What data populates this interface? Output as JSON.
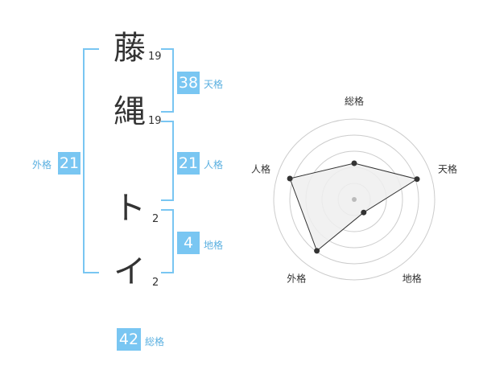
{
  "name_chars": [
    {
      "char": "藤",
      "strokes": "19"
    },
    {
      "char": "縄",
      "strokes": "19"
    },
    {
      "char": "ト",
      "strokes": "2"
    },
    {
      "char": "イ",
      "strokes": "2"
    }
  ],
  "kakusu": {
    "tenkaku": {
      "label": "天格",
      "value": "38"
    },
    "jinkaku": {
      "label": "人格",
      "value": "21"
    },
    "chikaku": {
      "label": "地格",
      "value": "4"
    },
    "gaikaku": {
      "label": "外格",
      "value": "21"
    },
    "soukaku": {
      "label": "総格",
      "value": "42"
    }
  },
  "chart_data": {
    "type": "radar",
    "axes": [
      "総格",
      "天格",
      "地格",
      "外格",
      "人格"
    ],
    "values": [
      0.45,
      0.82,
      0.2,
      0.79,
      0.84
    ],
    "range": [
      0,
      1
    ],
    "rings": 5,
    "colors": {
      "accent": "#79c6f2",
      "polygon_fill": "#eeeeee",
      "polygon_stroke": "#333333",
      "ring_stroke": "#cccccc",
      "point": "#333333",
      "center": "#bbbbbb"
    }
  }
}
